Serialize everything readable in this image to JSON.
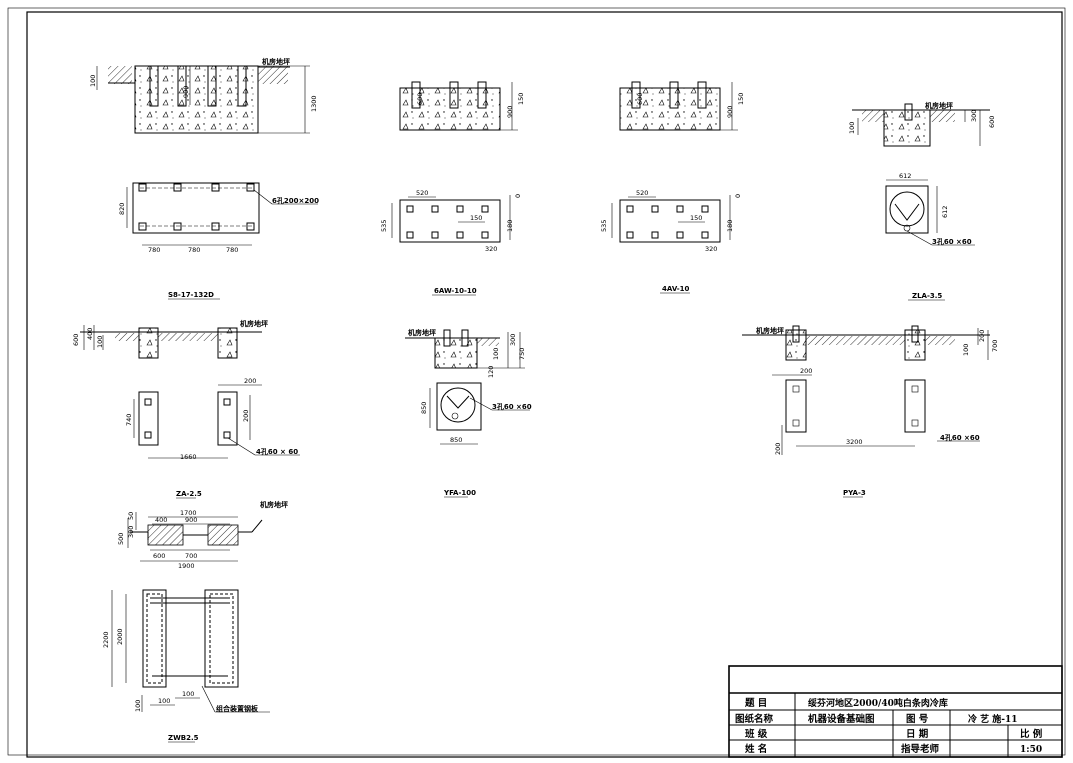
{
  "drawings": {
    "sb": {
      "label": "机房地坪",
      "caption": "S8-17-132D",
      "hole": "6孔200×200",
      "dims": {
        "d100": "100",
        "d900": "900",
        "d1300": "1300",
        "d820": "820",
        "d780a": "780",
        "d780b": "780",
        "d780c": "780"
      }
    },
    "sixaw": {
      "caption": "6AW-10-10",
      "dims": {
        "d600": "600",
        "d150": "150",
        "d900": "900",
        "d520": "520",
        "d0": "0",
        "d150b": "150",
        "d535": "535",
        "d180": "180",
        "d320": "320"
      }
    },
    "fouraw": {
      "caption": "4AV-10",
      "dims": {
        "d600": "600",
        "d150": "150",
        "d900": "900",
        "d520": "520",
        "d0": "0",
        "d150b": "150",
        "d535": "535",
        "d180": "180",
        "d320": "320"
      }
    },
    "zla": {
      "label": "机房地坪",
      "caption": "ZLA-3.5",
      "hole": "3孔60 ×60",
      "dims": {
        "d100": "100",
        "d300": "300",
        "d600": "600",
        "d612a": "612",
        "d612b": "612"
      }
    },
    "za": {
      "label": "机房地坪",
      "caption": "ZA-2.5",
      "hole": "4孔60 × 60",
      "dims": {
        "d600": "600",
        "d400": "400",
        "d100": "100",
        "d200": "200",
        "d740": "740",
        "d200b": "200",
        "d1660": "1660"
      }
    },
    "yfa": {
      "label": "机房地坪",
      "caption": "YFA-100",
      "hole": "3孔60 ×60",
      "dims": {
        "d100": "100",
        "d300": "300",
        "d750": "750",
        "d120": "120",
        "d850a": "850",
        "d850b": "850"
      }
    },
    "pya": {
      "label": "机房地坪",
      "caption": "PYA-3",
      "hole": "4孔60 ×60",
      "dims": {
        "d100": "100",
        "d200": "200",
        "d700": "700",
        "d200b": "200",
        "d200c": "200",
        "d3200": "3200"
      }
    },
    "zwb": {
      "label": "机房地坪",
      "caption": "ZWB2.5",
      "note": "组合装置钢板",
      "dims": {
        "d1700": "1700",
        "d400": "400",
        "d900": "900",
        "d50": "50",
        "d300": "300",
        "d500": "500",
        "d600": "600",
        "d700": "700",
        "d1900": "1900",
        "d2200": "2200",
        "d2000": "2000",
        "d100a": "100",
        "d100b": "100",
        "d100c": "100"
      }
    }
  },
  "title_block": {
    "subject_label": "题 目",
    "subject_value": "绥芬河地区2000/40吨白条肉冷库",
    "drawing_name_label": "图纸名称",
    "drawing_name_value": "机器设备基础图",
    "drawing_no_label": "图 号",
    "drawing_no_value": "冷 艺 施-11",
    "class_label": "班 级",
    "date_label": "日 期",
    "scale_label": "比 例",
    "name_label": "姓 名",
    "advisor_label": "指导老师",
    "scale_value": "1:50"
  }
}
